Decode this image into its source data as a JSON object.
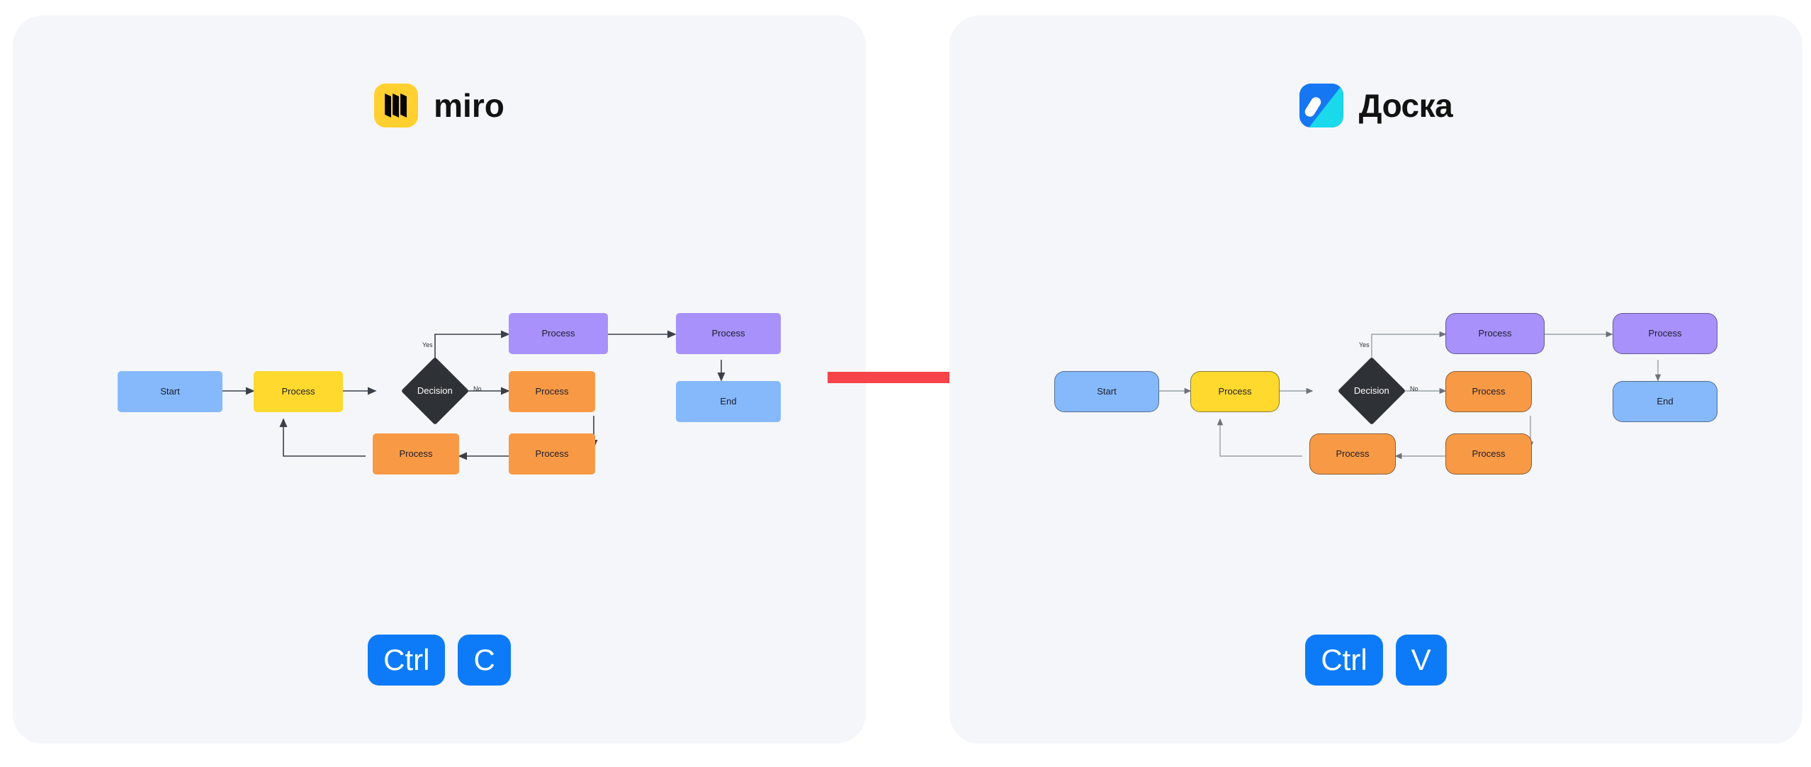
{
  "colors": {
    "page_background": "#ffffff",
    "panel_background": "#f5f6f9",
    "transfer_arrow": "#f7444a",
    "key_blue": "#0d7bf7",
    "node_blue": "#86b9fb",
    "node_yellow": "#ffd92e",
    "node_orange": "#f89a45",
    "node_purple": "#a891fb",
    "node_decision": "#2e3136",
    "miro_yellow": "#ffd02f",
    "doska_blue": "#1577f2",
    "doska_cyan": "#19d9ea"
  },
  "left_panel": {
    "brand": {
      "name": "miro",
      "icon": "miro-logo-icon"
    },
    "keys": [
      {
        "label": "Ctrl",
        "name": "key-ctrl"
      },
      {
        "label": "C",
        "name": "key-c"
      }
    ],
    "flowchart": {
      "nodes": [
        {
          "id": "start",
          "label": "Start",
          "shape": "rect",
          "color": "blue"
        },
        {
          "id": "p1",
          "label": "Process",
          "shape": "rect",
          "color": "yellow"
        },
        {
          "id": "decision",
          "label": "Decision",
          "shape": "diamond",
          "color": "dark"
        },
        {
          "id": "p_yes_1",
          "label": "Process",
          "shape": "rect",
          "color": "purple"
        },
        {
          "id": "p_yes_2",
          "label": "Process",
          "shape": "rect",
          "color": "purple"
        },
        {
          "id": "end",
          "label": "End",
          "shape": "rect",
          "color": "blue"
        },
        {
          "id": "p_no_1",
          "label": "Process",
          "shape": "rect",
          "color": "orange"
        },
        {
          "id": "p_no_2",
          "label": "Process",
          "shape": "rect",
          "color": "orange"
        },
        {
          "id": "p_no_3",
          "label": "Process",
          "shape": "rect",
          "color": "orange"
        }
      ],
      "edge_labels": {
        "yes": "Yes",
        "no": "No"
      }
    }
  },
  "right_panel": {
    "brand": {
      "name": "Доска",
      "icon": "doska-logo-icon"
    },
    "keys": [
      {
        "label": "Ctrl",
        "name": "key-ctrl"
      },
      {
        "label": "V",
        "name": "key-v"
      }
    ],
    "flowchart": {
      "nodes": [
        {
          "id": "start",
          "label": "Start",
          "shape": "rect",
          "color": "blue"
        },
        {
          "id": "p1",
          "label": "Process",
          "shape": "rect",
          "color": "yellow"
        },
        {
          "id": "decision",
          "label": "Decision",
          "shape": "diamond",
          "color": "dark"
        },
        {
          "id": "p_yes_1",
          "label": "Process",
          "shape": "rect",
          "color": "purple"
        },
        {
          "id": "p_yes_2",
          "label": "Process",
          "shape": "rect",
          "color": "purple"
        },
        {
          "id": "end",
          "label": "End",
          "shape": "rect",
          "color": "blue"
        },
        {
          "id": "p_no_1",
          "label": "Process",
          "shape": "rect",
          "color": "orange"
        },
        {
          "id": "p_no_2",
          "label": "Process",
          "shape": "rect",
          "color": "orange"
        },
        {
          "id": "p_no_3",
          "label": "Process",
          "shape": "rect",
          "color": "orange"
        }
      ],
      "edge_labels": {
        "yes": "Yes",
        "no": "No"
      }
    }
  },
  "transfer": {
    "icon": "red-right-arrow-icon",
    "direction": "right"
  }
}
